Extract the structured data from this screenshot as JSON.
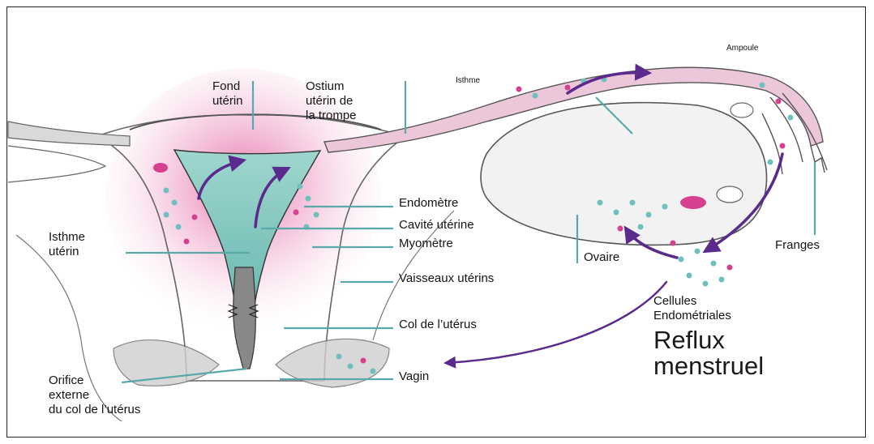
{
  "diagram": {
    "labels": {
      "ampoule": "Ampoule",
      "isthme_trompe": "Isthme",
      "fond_uterin": "Fond\nutérin",
      "ostium": "Ostium\nutérin de\nla trompe",
      "endometre": "Endomètre",
      "cavite": "Cavité utérine",
      "myometre": "Myomètre",
      "vaisseaux": "Vaisseaux utérins",
      "col": "Col de l’utérus",
      "vagin": "Vagin",
      "isthme_uterin": "Isthme\nutérin",
      "orifice": "Orifice\nexterne\ndu col de l’utérus",
      "ovaire": "Ovaire",
      "franges": "Franges",
      "cellules": "Cellules\nEndométriales",
      "reflux": "Reflux\nmenstruel"
    },
    "colors": {
      "pink": "#e9a6c9",
      "magenta": "#d6408f",
      "teal": "#6fbfbf",
      "teal_line": "#5aa9a9",
      "arrow": "#5a2a8c",
      "sketch": "#555555"
    }
  }
}
